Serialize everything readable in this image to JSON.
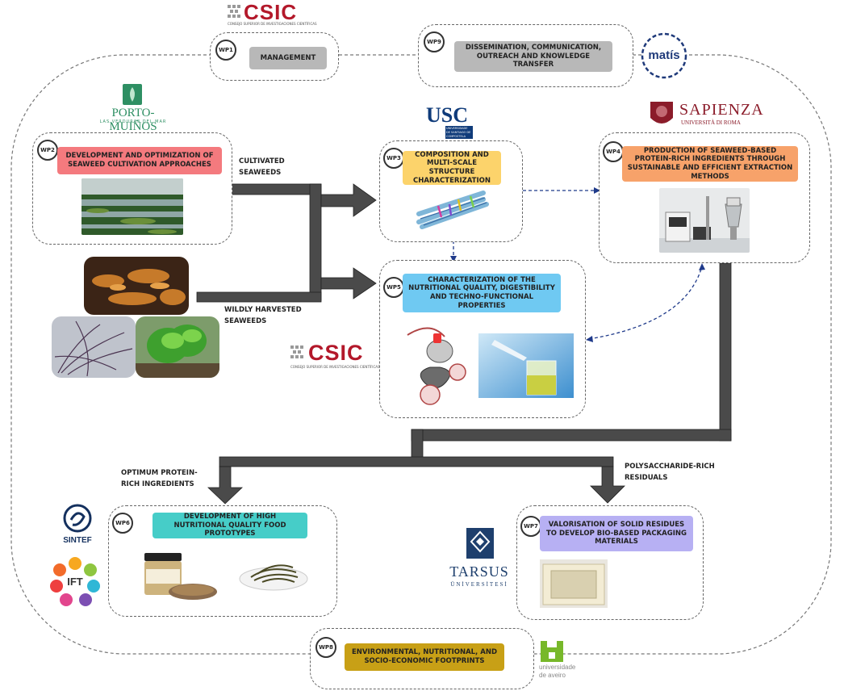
{
  "logos": {
    "csic": "CSIC",
    "csic_sub": "CONSEJO SUPERIOR DE INVESTIGACIONES CIENTÍFICAS",
    "matis": "matís",
    "porto_munos": "PORTO-MUIÑOS",
    "porto_munos_sub": "LAS VERDURAS DEL MAR",
    "usc": "USC",
    "usc_sub": "UNIVERSIDADE DE SANTIAGO DE COMPOSTELA",
    "sapienza": "SAPIENZA",
    "sapienza_sub": "UNIVERSITÀ DI ROMA",
    "sintef": "SINTEF",
    "ift": "IFT",
    "tarsus": "TARSUS",
    "tarsus_sub": "ÜNİVERSİTESİ",
    "aveiro": "universidade de aveiro"
  },
  "work_packages": {
    "wp1": {
      "badge": "WP1",
      "title": "MANAGEMENT"
    },
    "wp2": {
      "badge": "WP2",
      "title": "DEVELOPMENT AND OPTIMIZATION OF SEAWEED CULTIVATION APPROACHES"
    },
    "wp3": {
      "badge": "WP3",
      "title": "COMPOSITION AND MULTI-SCALE STRUCTURE CHARACTERIZATION"
    },
    "wp4": {
      "badge": "WP4",
      "title": "PRODUCTION OF SEAWEED-BASED PROTEIN-RICH INGREDIENTS THROUGH SUSTAINABLE AND EFFICIENT EXTRACTION METHODS"
    },
    "wp5": {
      "badge": "WP5",
      "title": "CHARACTERIZATION OF THE NUTRITIONAL QUALITY, DIGESTIBILITY AND TECHNO-FUNCTIONAL PROPERTIES"
    },
    "wp6": {
      "badge": "WP6",
      "title": "DEVELOPMENT OF HIGH NUTRITIONAL QUALITY FOOD PROTOTYPES"
    },
    "wp7": {
      "badge": "WP7",
      "title": "VALORISATION OF SOLID RESIDUES TO DEVELOP BIO-BASED PACKAGING MATERIALS"
    },
    "wp8": {
      "badge": "WP8",
      "title": "ENVIRONMENTAL, NUTRITIONAL, AND SOCIO-ECONOMIC FOOTPRINTS"
    },
    "wp9": {
      "badge": "WP9",
      "title": "DISSEMINATION, COMMUNICATION, OUTREACH AND KNOWLEDGE TRANSFER"
    }
  },
  "flow_labels": {
    "cultivated": "CULTIVATED SEAWEEDS",
    "wild": "WILDLY HARVESTED SEAWEEDS",
    "protein": "OPTIMUM PROTEIN-RICH INGREDIENTS",
    "polysaccharide": "POLYSACCHARIDE-RICH RESIDUALS"
  },
  "colors": {
    "wp1": "#b8b8b8",
    "wp2": "#f47a7e",
    "wp3": "#fcd36b",
    "wp4": "#f7a26a",
    "wp5": "#6fc9f2",
    "wp6": "#46cdc8",
    "wp7": "#b7b0f3",
    "wp8": "#c8a016",
    "wp9": "#b8b8b8",
    "arrow": "#4a4a4a",
    "dashed_arrow": "#1f3a8a"
  }
}
